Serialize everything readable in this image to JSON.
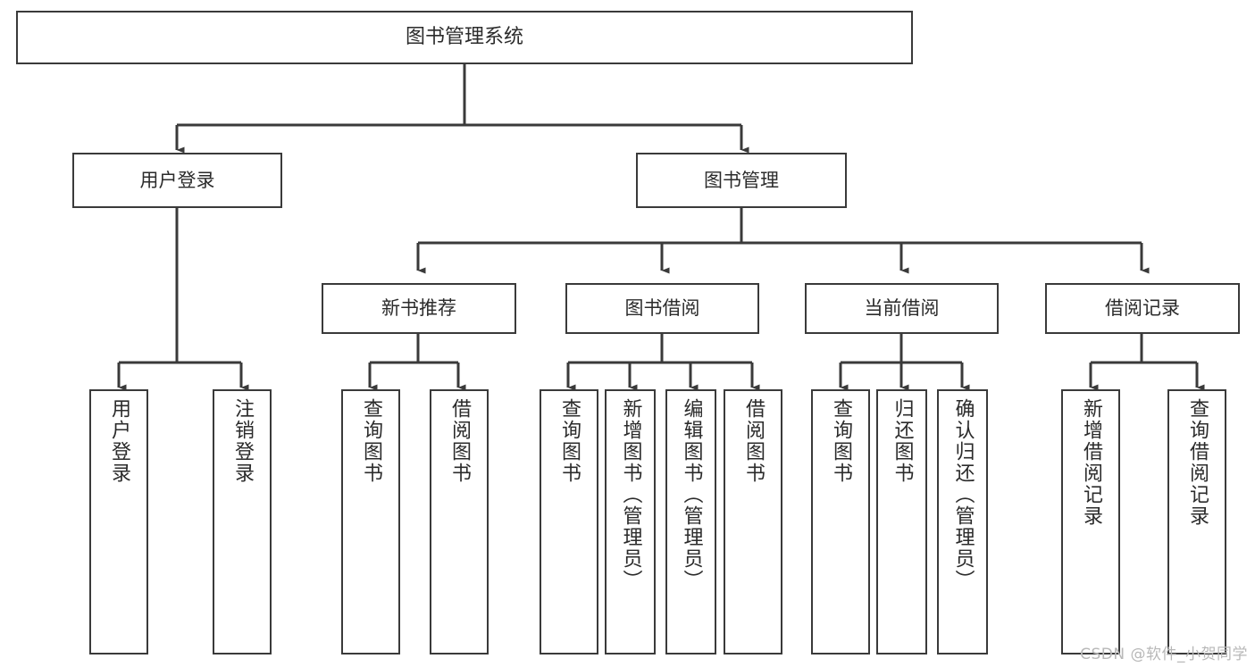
{
  "diagram": {
    "title": "图书管理系统",
    "type": "tree-hierarchy-chart",
    "watermark": "CSDN @软件_小贺同学",
    "colors": {
      "box_border": "#3a3a3a",
      "box_fill": "#ffffff",
      "connector": "#3a3a3a",
      "text": "#2b2b2b",
      "background": "#ffffff",
      "watermark": "#b8b8b8"
    },
    "root": {
      "id": "root",
      "label": "图书管理系统"
    },
    "level2": [
      {
        "id": "user-login",
        "label": "用户登录"
      },
      {
        "id": "book-management",
        "label": "图书管理"
      }
    ],
    "level3": [
      {
        "id": "new-book-recommend",
        "label": "新书推荐",
        "parent": "book-management"
      },
      {
        "id": "book-borrow",
        "label": "图书借阅",
        "parent": "book-management"
      },
      {
        "id": "current-borrow",
        "label": "当前借阅",
        "parent": "book-management"
      },
      {
        "id": "borrow-record",
        "label": "借阅记录",
        "parent": "book-management"
      }
    ],
    "leaves": {
      "user-login": [
        {
          "id": "leaf-user-login",
          "label": "用户登录"
        },
        {
          "id": "leaf-logout-login",
          "label": "注销登录"
        }
      ],
      "new-book-recommend": [
        {
          "id": "leaf-query-book-1",
          "label": "查询图书"
        },
        {
          "id": "leaf-borrow-book-1",
          "label": "借阅图书"
        }
      ],
      "book-borrow": [
        {
          "id": "leaf-query-book-2",
          "label": "查询图书"
        },
        {
          "id": "leaf-add-book",
          "label": "新增图书（管理员）"
        },
        {
          "id": "leaf-edit-book",
          "label": "编辑图书（管理员）"
        },
        {
          "id": "leaf-borrow-book-2",
          "label": "借阅图书"
        }
      ],
      "current-borrow": [
        {
          "id": "leaf-query-book-3",
          "label": "查询图书"
        },
        {
          "id": "leaf-return-book",
          "label": "归还图书"
        },
        {
          "id": "leaf-confirm-return",
          "label": "确认归还（管理员）"
        }
      ],
      "borrow-record": [
        {
          "id": "leaf-add-record",
          "label": "新增借阅记录"
        },
        {
          "id": "leaf-query-record",
          "label": "查询借阅记录"
        }
      ]
    }
  }
}
